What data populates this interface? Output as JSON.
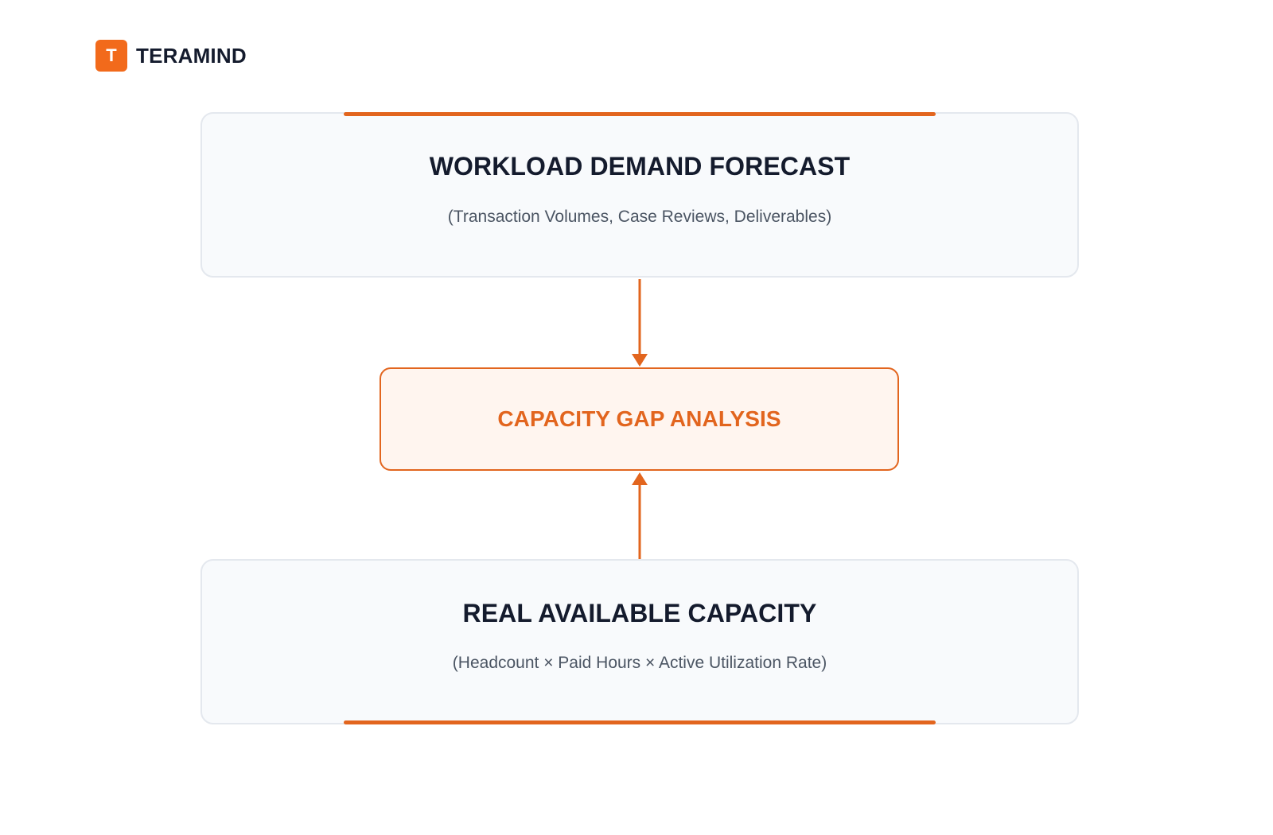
{
  "brand": {
    "logo_letter": "T",
    "name": "TERAMIND"
  },
  "colors": {
    "accent": "#e2651e",
    "title": "#141b2d",
    "subtitle": "#4b5563",
    "box_fill": "#f8fafc",
    "center_fill": "#fff5ef"
  },
  "diagram": {
    "top_box": {
      "title": "WORKLOAD DEMAND FORECAST",
      "subtitle": "(Transaction Volumes, Case Reviews, Deliverables)"
    },
    "center_box": {
      "title": "CAPACITY GAP ANALYSIS"
    },
    "bottom_box": {
      "title": "REAL AVAILABLE CAPACITY",
      "subtitle": "(Headcount × Paid Hours × Active Utilization Rate)"
    }
  }
}
